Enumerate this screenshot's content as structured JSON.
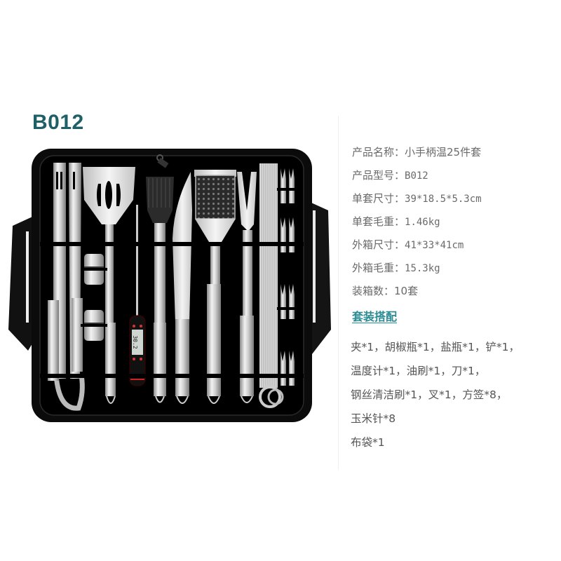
{
  "header": {
    "model_code": "B012"
  },
  "product_image": {
    "alt": "BBQ grill tool set in black zippered carry case",
    "tools": [
      "tongs",
      "spatula",
      "thermometer",
      "basting-brush",
      "knife",
      "cleaning-brush",
      "fork",
      "skewers",
      "corn-holders",
      "salt-shaker",
      "pepper-shaker"
    ],
    "thermometer_display": "30.2"
  },
  "specs": [
    {
      "label": "产品名称：",
      "value": "小手柄温25件套"
    },
    {
      "label": "产品型号：",
      "value": "B012"
    },
    {
      "label": "单套尺寸：",
      "value": "39*18.5*5.3cm"
    },
    {
      "label": "单套毛重：",
      "value": "1.46kg"
    },
    {
      "label": "外箱尺寸：",
      "value": "41*33*41cm"
    },
    {
      "label": "外箱毛重：",
      "value": "15.3kg"
    },
    {
      "label": "装箱数：",
      "value": "10套"
    }
  ],
  "set_section": {
    "title": "套装搭配",
    "lines": [
      "夹*1，胡椒瓶*1，盐瓶*1，铲*1，",
      "温度计*1，油刷*1，刀*1，",
      "钢丝清洁刷*1，叉*1，方签*8，",
      "玉米针*8",
      "布袋*1"
    ]
  },
  "colors": {
    "title": "#1f5f66",
    "link": "#2b8c93",
    "spec_text": "#6a6a6a",
    "contents_text": "#555555",
    "case": "#0a0a0a"
  }
}
